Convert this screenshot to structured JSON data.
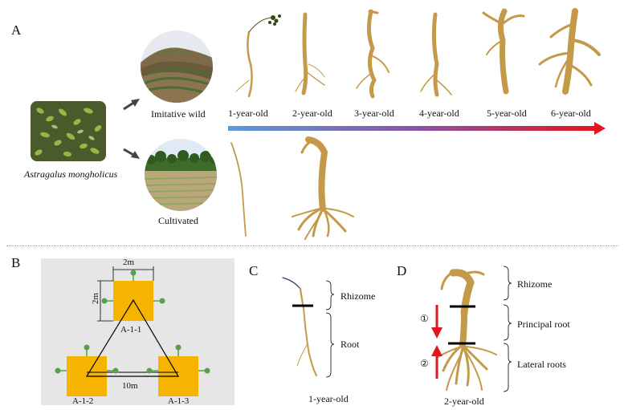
{
  "panels": {
    "a": "A",
    "b": "B",
    "c": "C",
    "d": "D"
  },
  "panel_a": {
    "species": "Astragalus mongholicus",
    "imitative_wild": "Imitative wild",
    "cultivated": "Cultivated",
    "ages": [
      "1-year-old",
      "2-year-old",
      "3-year-old",
      "4-year-old",
      "5-year-old",
      "6-year-old"
    ]
  },
  "panel_b": {
    "width_dim": "2m",
    "height_dim": "2m",
    "distance": "10m",
    "plots": [
      "A-1-1",
      "A-1-2",
      "A-1-3"
    ]
  },
  "panel_c": {
    "rhizome": "Rhizome",
    "root": "Root",
    "caption": "1-year-old"
  },
  "panel_d": {
    "rhizome": "Rhizome",
    "principal_root": "Principal root",
    "lateral_roots": "Lateral roots",
    "caption": "2-year-old",
    "marker_1": "①",
    "marker_2": "②"
  },
  "colors": {
    "gradient_start": "#5b9bd5",
    "gradient_mid": "#8e4fa0",
    "gradient_end": "#e3161b",
    "plot_fill": "#f6b400",
    "plot_bg": "#e6e6e6",
    "arrow_red": "#e3161b",
    "root_color": "#c49a4a",
    "arrow_gray": "#444444"
  }
}
